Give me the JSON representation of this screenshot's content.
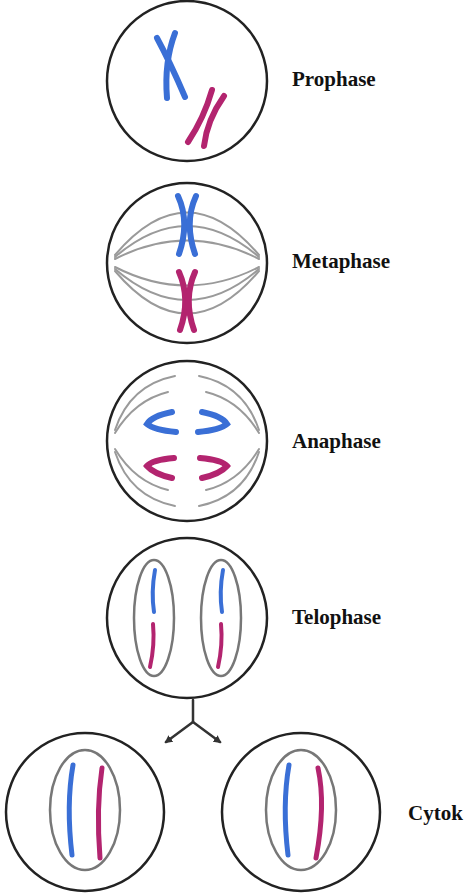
{
  "diagram": {
    "labels": [
      "Prophase",
      "Metaphase",
      "Anaphase",
      "Telophase",
      "Cytok"
    ]
  }
}
